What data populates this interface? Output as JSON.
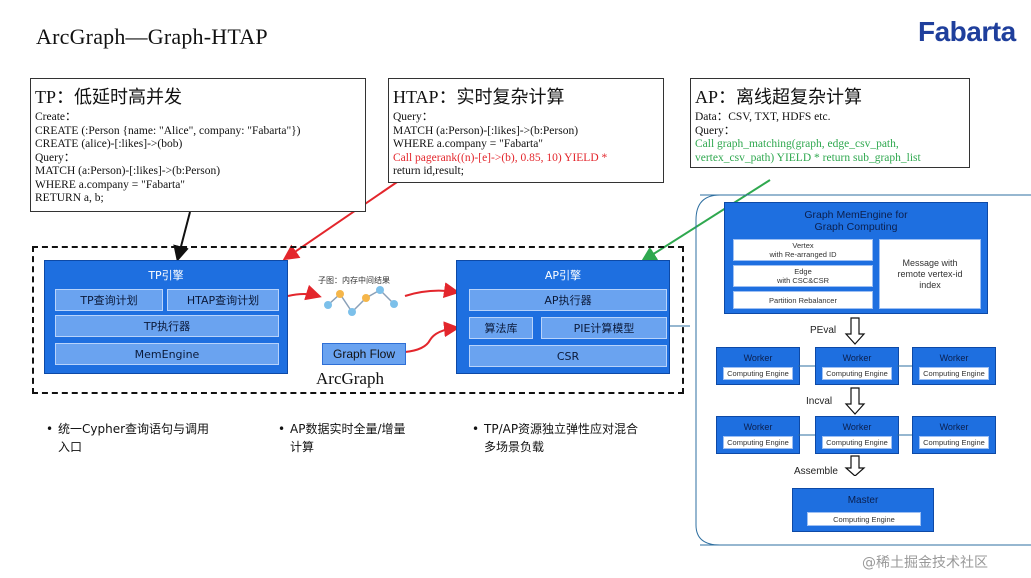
{
  "title": "ArcGraph—Graph-HTAP",
  "logo": {
    "text": "Fabarta"
  },
  "tp_panel": {
    "heading": "TP：低延时高并发",
    "lines": [
      "Create：",
      "CREATE (:Person {name: \"Alice\", company: \"Fabarta\"})",
      "CREATE (alice)-[:likes]->(bob)",
      "Query：",
      "MATCH (a:Person)-[:likes]->(b:Person)",
      "WHERE  a.company = \"Fabarta\"",
      "RETURN a, b;"
    ]
  },
  "htap_panel": {
    "heading": "HTAP：实时复杂计算",
    "lines": [
      "Query：",
      "MATCH (a:Person)-[:likes]->(b:Person)",
      "WHERE  a.company = \"Fabarta\""
    ],
    "red_line": "Call pagerank((n)-[e]->(b), 0.85, 10) YIELD *",
    "last_line": "return id,result;"
  },
  "ap_panel": {
    "heading": "AP：离线超复杂计算",
    "line1": "Data：CSV, TXT, HDFS etc.",
    "line2": "Query：",
    "green1": "Call graph_matching(graph, edge_csv_path,",
    "green2": "vertex_csv_path) YIELD * return sub_graph_list"
  },
  "tp_engine": {
    "title": "TP引擎",
    "plan1": "TP查询计划",
    "plan2": "HTAP查询计划",
    "executor": "TP执行器",
    "mem": "MemEngine"
  },
  "ap_engine": {
    "title": "AP引擎",
    "executor": "AP执行器",
    "algo": "算法库",
    "pie": "PIE计算模型",
    "csr": "CSR"
  },
  "subgraph_label": "子图：内存中间结果",
  "graph_flow": "Graph Flow",
  "arcgraph_label": "ArcGraph",
  "bullets": [
    {
      "l1": "统一Cypher查询语句与调用",
      "l2": "入口"
    },
    {
      "l1": "AP数据实时全量/增量",
      "l2": "计算"
    },
    {
      "l1": "TP/AP资源独立弹性应对混合",
      "l2": "多场景负载"
    }
  ],
  "memengine": {
    "title1": "Graph MemEngine for",
    "title2": "Graph Computing",
    "vertex1": "Vertex",
    "vertex2": "with Re-arranged ID",
    "edge1": "Edge",
    "edge2": "with CSC&CSR",
    "rebalancer": "Partition Rebalancer",
    "message1": "Message with",
    "message2": "remote vertex-id",
    "message3": "index"
  },
  "steps": {
    "peval": "PEval",
    "incval": "Incval",
    "assemble": "Assemble"
  },
  "worker": {
    "title": "Worker",
    "engine": "Computing Engine"
  },
  "master": {
    "title": "Master",
    "engine": "Computing Engine"
  },
  "watermark": "@稀土掘金技术社区",
  "colors": {
    "engine_blue": "#1e6fe0",
    "cell_blue": "#6aa3f0",
    "arrow_red": "#e3262c",
    "arrow_green": "#2fa84f",
    "logo": "#1f3f9c"
  }
}
